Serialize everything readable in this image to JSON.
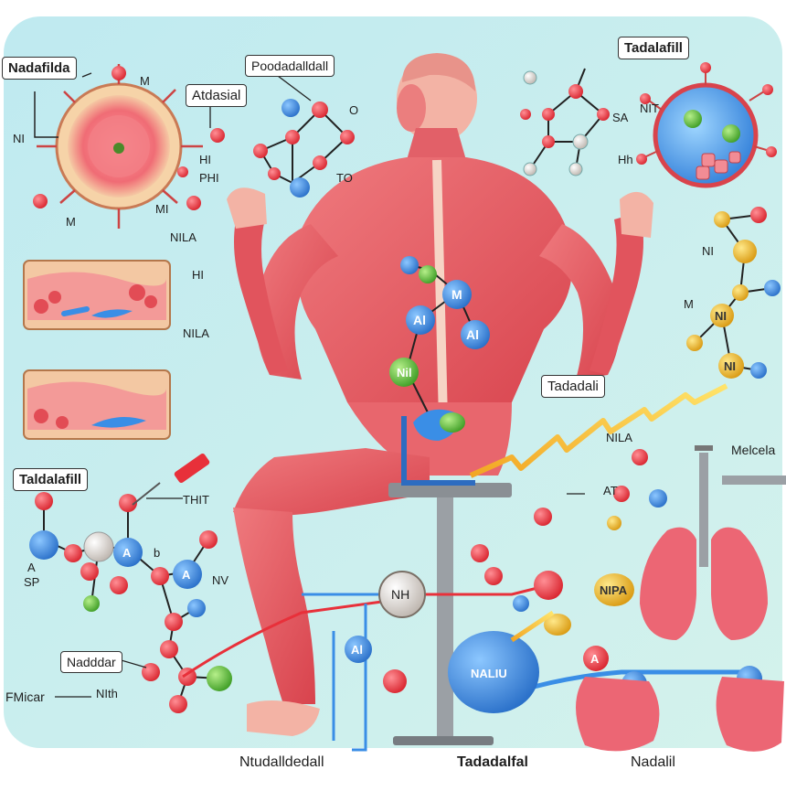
{
  "colors": {
    "background": "#c9eef0",
    "muscle": "#e0525b",
    "skin": "#f0a99c",
    "atom_red": "#e8303a",
    "atom_blue": "#3a8ee6",
    "atom_green": "#5cc23a",
    "atom_yellow": "#f2c12e",
    "organ_pink": "#ec6674"
  },
  "labels": {
    "nadafilda": "Nadafilda",
    "atdasial": "Atdasial",
    "poodadalldall": "Poodadalldall",
    "tadalafill_top": "Tadalafill",
    "tadadali": "Tadadali",
    "taldalafill": "Taldalafill",
    "nadddar": "Nadddar",
    "fmicar": "FMicar",
    "ntudalldedall": "Ntudalldedall",
    "tadadalfal": "Tadadalfal",
    "nadalil": "Nadalil",
    "melcela": "Melcela",
    "nila": "NILA",
    "nila_2": "NILA",
    "nila_3": "NILA",
    "m_top": "M",
    "nl": "NI",
    "phl": "PHI",
    "hl": "HI",
    "hl_2": "HI",
    "mi": "MI",
    "m_arrow": "M",
    "o_1": "O",
    "to": "TO",
    "nit": "NIT",
    "sa": "SA",
    "hh": "Hh",
    "m_right": "M",
    "nl_right": "NI",
    "at": "AT",
    "nith": "NIth",
    "thit": "THIT",
    "nh_center": "NH",
    "sp": "SP",
    "a_left": "A",
    "b_left": "b",
    "nv": "NV"
  },
  "atom_text": {
    "al_1": "Al",
    "al_2": "Al",
    "al_3": "Al",
    "m_atom": "M",
    "nil_atom": "Nil",
    "ni_atom": "NI",
    "nipa_atom": "NIPA",
    "nil_center": "NI",
    "a_blue": "A",
    "a_blue_2": "A",
    "naliu": "NALIU",
    "a_small": "A"
  }
}
